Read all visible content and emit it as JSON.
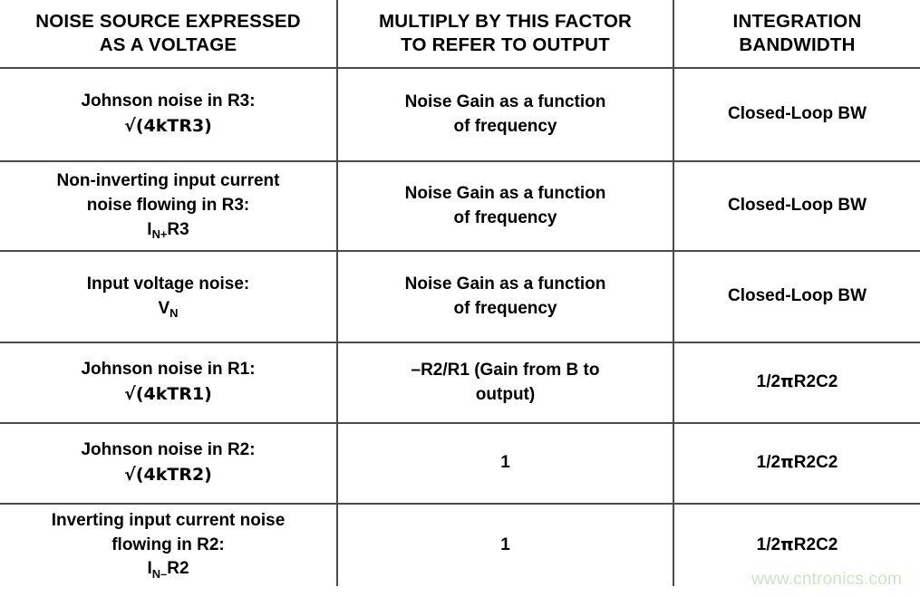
{
  "table": {
    "columns": [
      {
        "key": "source",
        "header_lines": [
          "NOISE SOURCE EXPRESSED",
          "AS A VOLTAGE"
        ]
      },
      {
        "key": "factor",
        "header_lines": [
          "MULTIPLY BY THIS FACTOR",
          "TO REFER TO OUTPUT"
        ]
      },
      {
        "key": "bandwidth",
        "header_lines": [
          "INTEGRATION",
          "BANDWIDTH"
        ]
      }
    ],
    "rows": [
      {
        "source_line1": "Johnson noise in R3:",
        "source_line2_pre": "√(4kTR3)",
        "source_line2_sub": "",
        "source_line2_post": "",
        "factor_line1": "Noise Gain as a function",
        "factor_line2": "of frequency",
        "bandwidth": "Closed-Loop BW"
      },
      {
        "source_line1": "Non-inverting input current",
        "source_line1b": "noise flowing in R3:",
        "source_line2_pre": "I",
        "source_line2_sub": "N+",
        "source_line2_post": "R3",
        "factor_line1": "Noise Gain as a function",
        "factor_line2": "of frequency",
        "bandwidth": "Closed-Loop BW"
      },
      {
        "source_line1": "Input voltage noise:",
        "source_line2_pre": "V",
        "source_line2_sub": "N",
        "source_line2_post": "",
        "factor_line1": "Noise Gain as a function",
        "factor_line2": "of frequency",
        "bandwidth": "Closed-Loop BW"
      },
      {
        "source_line1": "Johnson noise in R1:",
        "source_line2_pre": "√(4kTR1)",
        "source_line2_sub": "",
        "source_line2_post": "",
        "factor_line1": "–R2/R1 (Gain from B to",
        "factor_line2": "output)",
        "bandwidth_pre": "1/2",
        "bandwidth_pi": "π",
        "bandwidth_post": "R2C2"
      },
      {
        "source_line1": "Johnson noise in R2:",
        "source_line2_pre": "√(4kTR2)",
        "source_line2_sub": "",
        "source_line2_post": "",
        "factor_line1": "1",
        "factor_line2": "",
        "bandwidth_pre": "1/2",
        "bandwidth_pi": "π",
        "bandwidth_post": "R2C2"
      },
      {
        "source_line1": "Inverting input current noise",
        "source_line1b": "flowing in R2:",
        "source_line2_pre": "I",
        "source_line2_sub": "N–",
        "source_line2_post": "R2",
        "factor_line1": "1",
        "factor_line2": "",
        "bandwidth_pre": "1/2",
        "bandwidth_pi": "π",
        "bandwidth_post": "R2C2"
      }
    ]
  },
  "watermark": {
    "text": "www.cntronics.com",
    "color": "#c9e6c2"
  },
  "style": {
    "rule_color": "#4a4a4a",
    "text_color": "#000000",
    "background": "#ffffff"
  }
}
